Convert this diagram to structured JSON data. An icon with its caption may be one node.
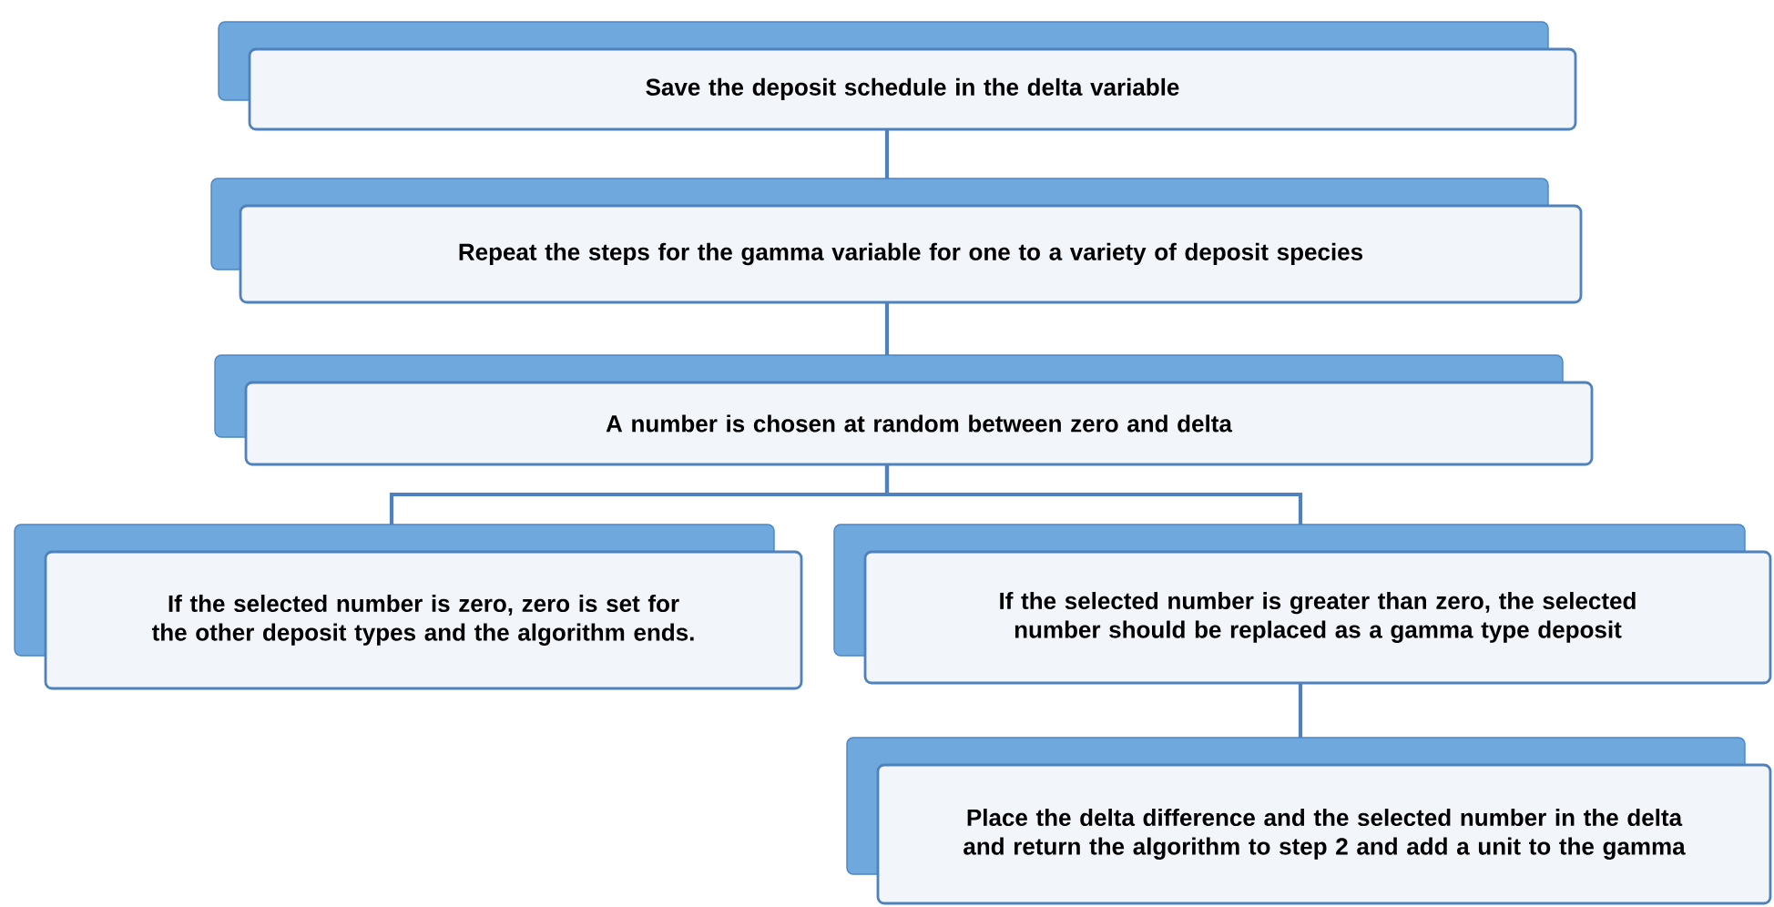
{
  "diagram": {
    "nodes": [
      {
        "text": [
          "Save the deposit schedule in the delta variable"
        ]
      },
      {
        "text": [
          "Repeat the steps for the gamma variable for one to a variety of deposit species"
        ]
      },
      {
        "text": [
          "A number is chosen at random between zero and delta"
        ]
      },
      {
        "text": [
          "If the selected number is zero, zero is set for the other deposit types and the algorithm ends."
        ]
      },
      {
        "text": [
          "If the selected number is greater than zero, the selected number should be replaced as a gamma type deposit"
        ]
      },
      {
        "text": [
          "Place the delta difference and the selected number in the delta and return the algorithm to step 2 and add a unit to the gamma"
        ]
      }
    ],
    "edges": [
      {
        "from": 0,
        "to": 1,
        "arrow": "none"
      },
      {
        "from": 1,
        "to": 2,
        "arrow": "none"
      },
      {
        "from": 2,
        "to": 3,
        "arrow": "none"
      },
      {
        "from": 2,
        "to": 4,
        "arrow": "none"
      },
      {
        "from": 4,
        "to": 5,
        "arrow": "none"
      }
    ]
  }
}
